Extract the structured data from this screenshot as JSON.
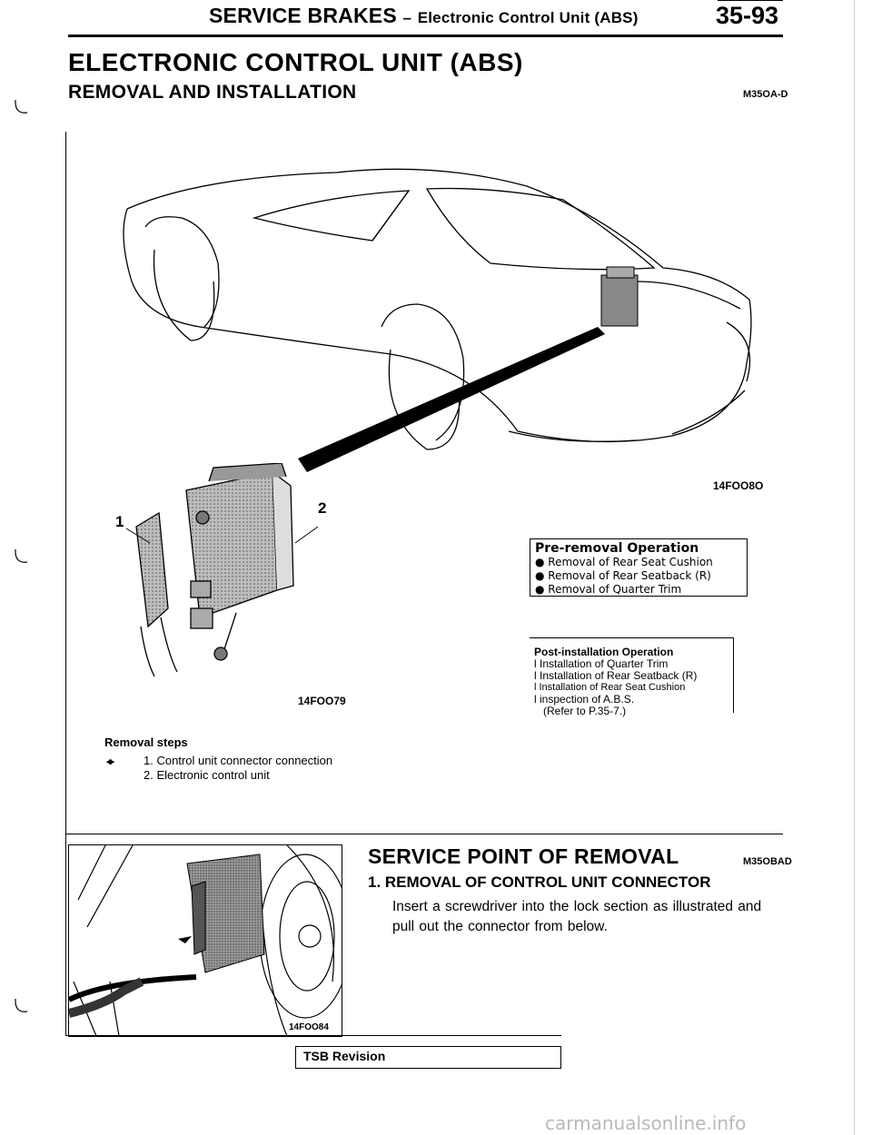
{
  "header": {
    "title_main": "SERVICE BRAKES",
    "title_sep": "–",
    "title_sub": "Electronic Control Unit (ABS)",
    "page_number": "35-93"
  },
  "title": "ELECTRONIC CONTROL UNIT (ABS)",
  "section": {
    "title": "REMOVAL AND INSTALLATION",
    "code": "M35OA-D"
  },
  "figures": {
    "car_code": "14FOO8O",
    "unit_code": "14FOO79",
    "photo_code": "14FOO84",
    "callout_1": "1",
    "callout_2": "2"
  },
  "pre_removal": {
    "heading": "Pre-removal Operation",
    "items": [
      "● Removal of Rear Seat Cushion",
      "● Removal of Rear Seatback (R)",
      "● Removal of Quarter Trim"
    ]
  },
  "post_installation": {
    "heading": "Post-installation Operation",
    "items": [
      "l Installation of Quarter Trim",
      "l Installation of Rear Seatback (R)",
      "l Installation of Rear Seat Cushion",
      "l inspection of A.B.S."
    ],
    "note": "(Refer to P.35-7.)"
  },
  "removal_steps": {
    "title": "Removal steps",
    "marker": "◂▸",
    "items": [
      "1. Control unit connector connection",
      "2. Electronic control unit"
    ]
  },
  "service_point": {
    "title": "SERVICE POINT OF REMOVAL",
    "code": "M35OBAD",
    "subtitle": "1. REMOVAL OF CONTROL UNIT CONNECTOR",
    "body": "Insert a screwdriver into the lock section as illustrated and pull out the connector from below."
  },
  "tsb": "TSB Revision",
  "footer": "carmanualsonline.info"
}
